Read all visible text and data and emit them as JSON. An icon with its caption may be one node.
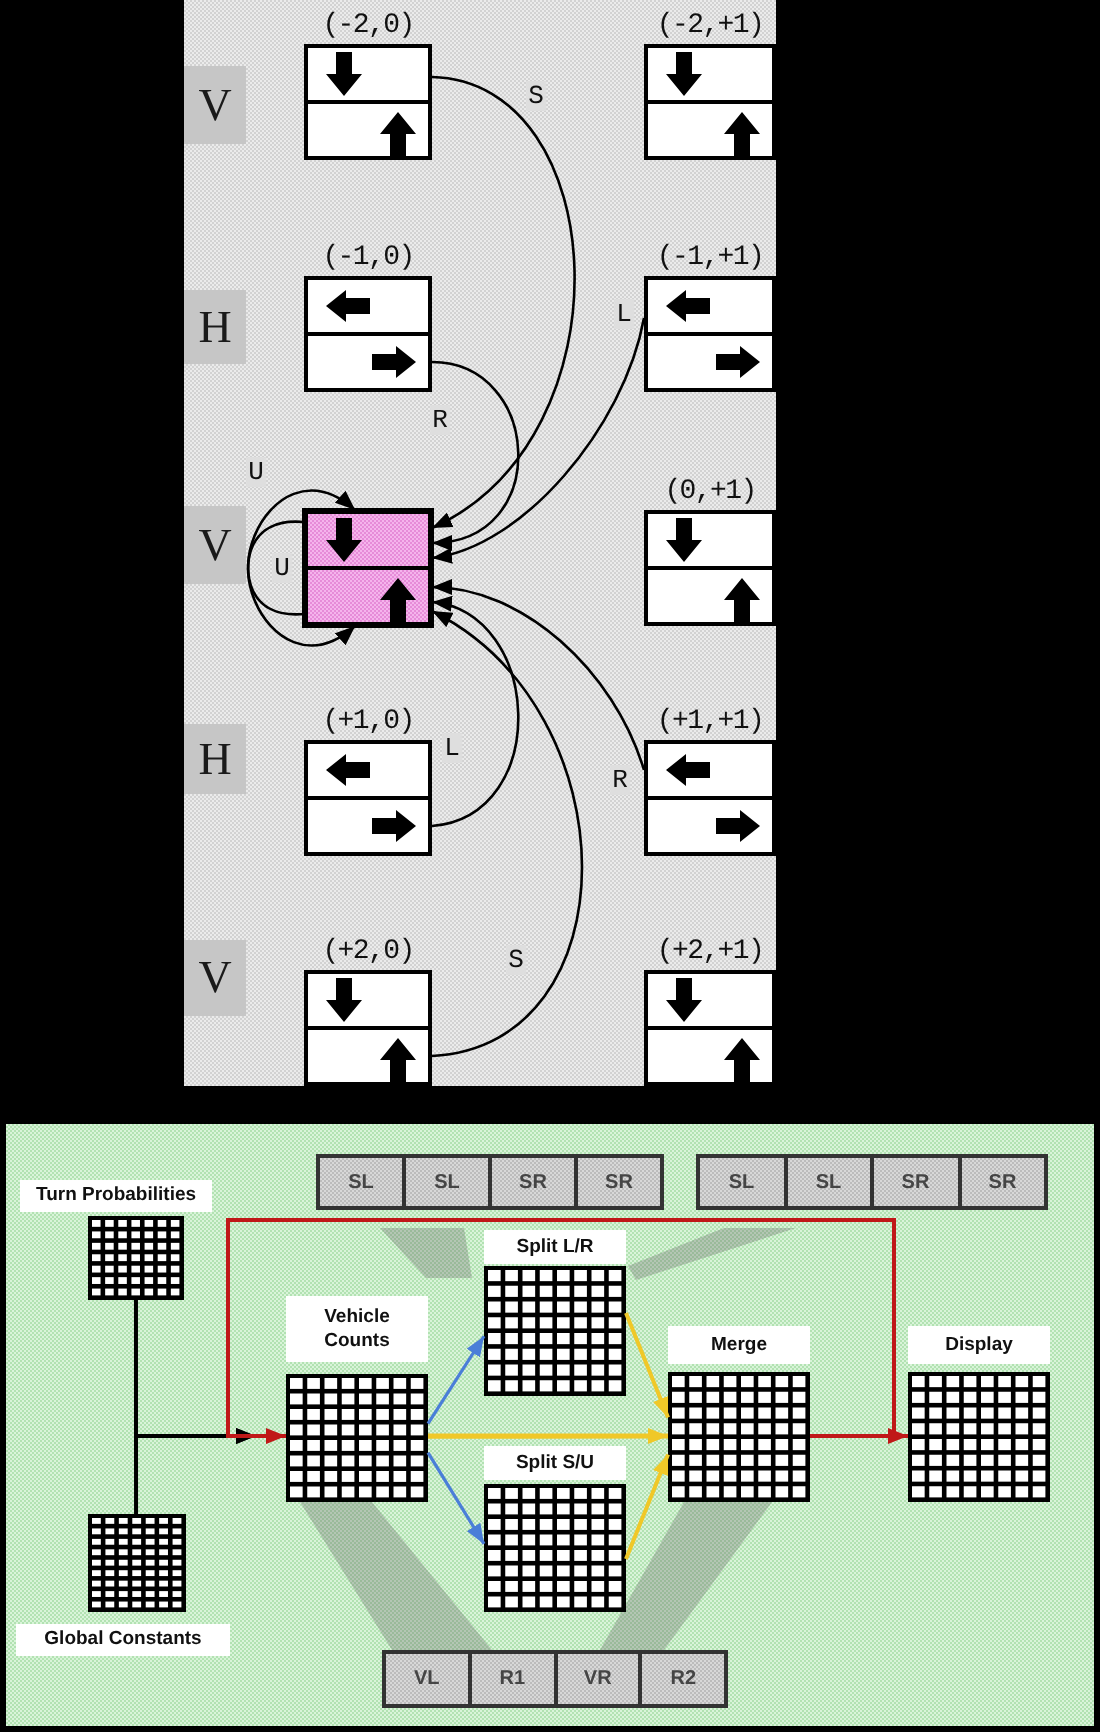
{
  "diagram": {
    "nodes": [
      {
        "text": [
          "V"
        ]
      },
      {
        "text": [
          "(-2,0)"
        ]
      },
      {
        "text": [],
        "shape": "box",
        "in": 1
      },
      {
        "text": [],
        "shape": "box",
        "in": 1
      },
      {
        "text": [
          "(-2,+1)"
        ]
      },
      {
        "text": [],
        "shape": "box",
        "in": 4
      },
      {
        "text": [],
        "shape": "box",
        "in": 4
      },
      {
        "text": [
          "H"
        ]
      },
      {
        "text": [
          "(-1,0)"
        ]
      },
      {
        "text": [],
        "shape": "box",
        "in": 8
      },
      {
        "text": [],
        "shape": "box",
        "in": 8
      },
      {
        "text": [
          "(-1,+1)"
        ]
      },
      {
        "text": [],
        "shape": "box",
        "in": 11
      },
      {
        "text": [],
        "shape": "box",
        "in": 11
      },
      {
        "text": [
          "V"
        ]
      },
      {
        "text": [],
        "shape": "box"
      },
      {
        "text": [],
        "shape": "box",
        "in": 15
      },
      {
        "text": [],
        "shape": "box",
        "in": 15
      },
      {
        "text": [
          "(0,+1)"
        ]
      },
      {
        "text": [],
        "shape": "box",
        "in": 18
      },
      {
        "text": [],
        "shape": "box",
        "in": 18
      },
      {
        "text": [
          "H"
        ]
      },
      {
        "text": [
          "(+1,0)"
        ]
      },
      {
        "text": [],
        "shape": "box",
        "in": 22
      },
      {
        "text": [],
        "shape": "box",
        "in": 22
      },
      {
        "text": [
          "(+1,+1)"
        ]
      },
      {
        "text": [],
        "shape": "box",
        "in": 25
      },
      {
        "text": [],
        "shape": "box",
        "in": 25
      },
      {
        "text": [
          "V"
        ]
      },
      {
        "text": [
          "(+2,0)"
        ]
      },
      {
        "text": [],
        "shape": "box",
        "in": 29
      },
      {
        "text": [],
        "shape": "box",
        "in": 29
      },
      {
        "text": [
          "(+2,+1)"
        ]
      },
      {
        "text": [],
        "shape": "box",
        "in": 32
      },
      {
        "text": [],
        "shape": "box",
        "in": 32
      },
      {
        "text": [
          "SL"
        ]
      },
      {
        "text": [
          "SL"
        ]
      },
      {
        "text": [
          "SR"
        ]
      },
      {
        "text": [
          "SR"
        ]
      },
      {
        "text": [
          "SL"
        ]
      },
      {
        "text": [
          "SL"
        ]
      },
      {
        "text": [
          "SR"
        ]
      },
      {
        "text": [
          "SR"
        ]
      },
      {
        "text": [
          "Turn Probabilities"
        ]
      },
      {
        "text": [],
        "shape": "band"
      },
      {
        "text": [],
        "shape": "band"
      },
      {
        "text": [
          "Split L/R"
        ]
      },
      {
        "text": [
          "Vehicle Counts"
        ]
      },
      {
        "text": [
          "Merge"
        ]
      },
      {
        "text": [
          "Display"
        ]
      },
      {
        "text": [
          "Split S/U"
        ]
      },
      {
        "text": [],
        "shape": "band"
      },
      {
        "text": [],
        "shape": "band"
      },
      {
        "text": [
          "Global Constants"
        ]
      },
      {
        "text": [
          "VL"
        ]
      },
      {
        "text": [
          "R1"
        ]
      },
      {
        "text": [
          "VR"
        ]
      },
      {
        "text": [
          "R2"
        ]
      }
    ],
    "edges": [
      {
        "from": 2,
        "to": 16,
        "arrow": "to",
        "label": "S"
      },
      {
        "from": 10,
        "to": 16,
        "arrow": "to",
        "label": "R"
      },
      {
        "from": 12,
        "to": 16,
        "arrow": "to",
        "label": "L"
      },
      {
        "from": 16,
        "to": 17,
        "arrow": "to",
        "label": "U"
      },
      {
        "from": 17,
        "to": 16,
        "arrow": "to",
        "label": "U"
      },
      {
        "from": 24,
        "to": 17,
        "arrow": "to",
        "label": "L"
      },
      {
        "from": 26,
        "to": 17,
        "arrow": "to",
        "label": "R"
      },
      {
        "from": 31,
        "to": 17,
        "arrow": "to",
        "label": "S"
      },
      {
        "from": 43,
        "to": 47,
        "arrow": "to"
      },
      {
        "from": 53,
        "to": 47,
        "arrow": "to"
      },
      {
        "from": 48,
        "to": 47,
        "arrow": "to",
        "color": "#c01818"
      },
      {
        "from": 47,
        "to": 46,
        "arrow": "to",
        "color": "#4a7ed8"
      },
      {
        "from": 47,
        "to": 50,
        "arrow": "to",
        "color": "#4a7ed8"
      },
      {
        "from": 47,
        "to": 48,
        "arrow": "to",
        "color": "#f0c828"
      },
      {
        "from": 46,
        "to": 48,
        "arrow": "to",
        "color": "#f0c828"
      },
      {
        "from": 50,
        "to": 48,
        "arrow": "to",
        "color": "#f0c828"
      },
      {
        "from": 48,
        "to": 49,
        "arrow": "to",
        "color": "#c01818"
      }
    ]
  }
}
